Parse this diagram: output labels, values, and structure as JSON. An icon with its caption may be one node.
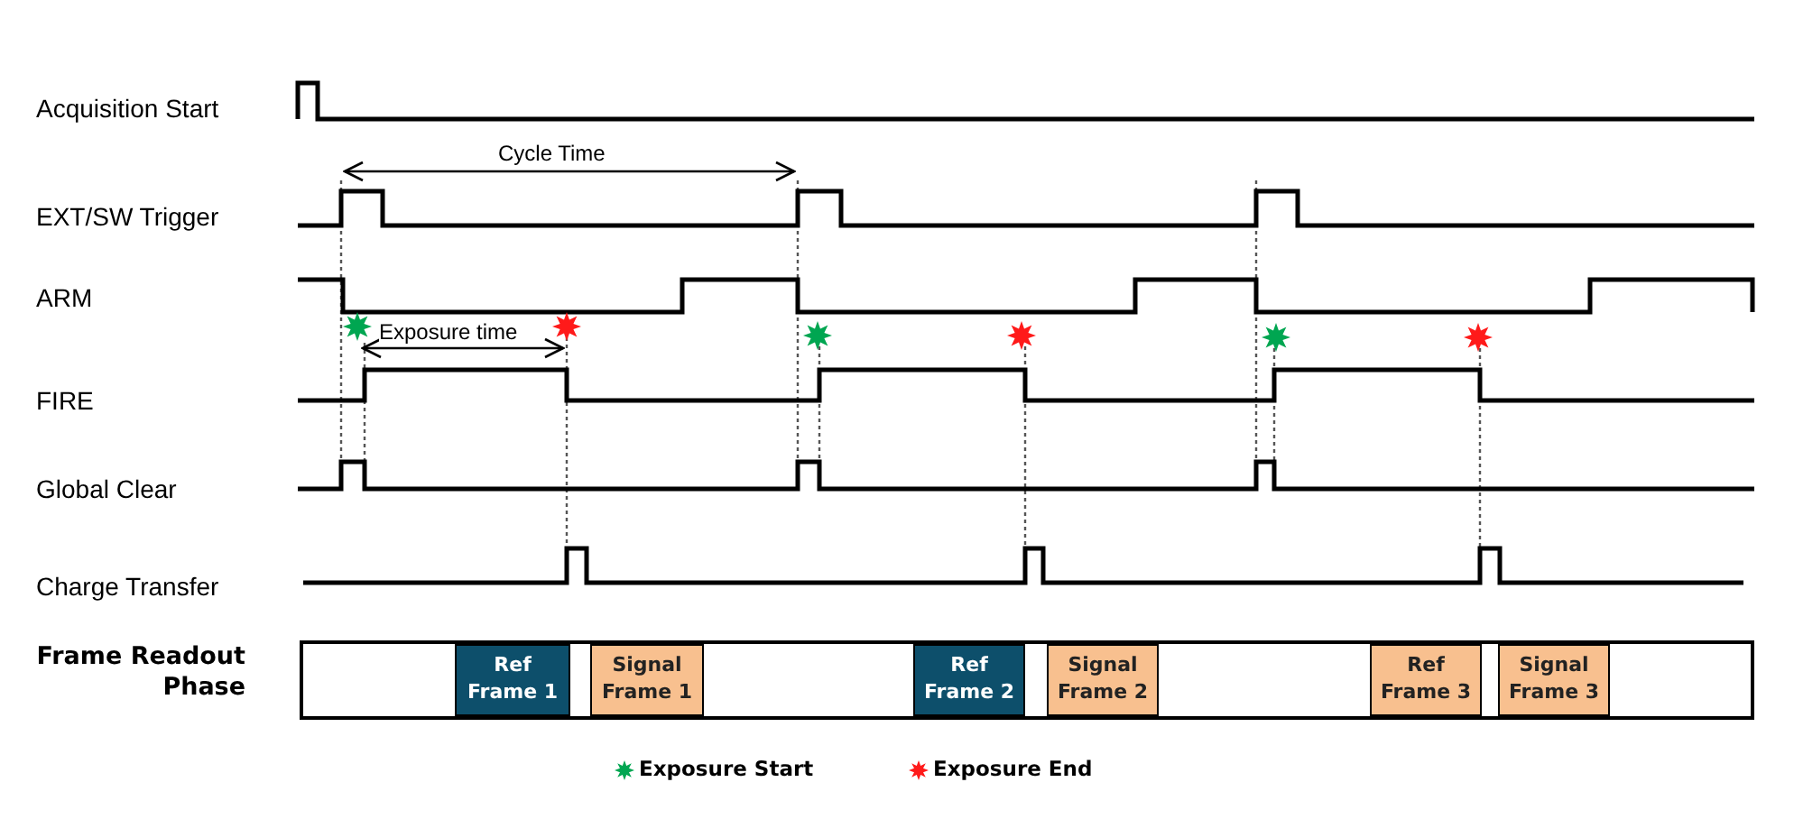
{
  "diagram": {
    "nodes": [
      {
        "text": [
          "Frame Readout Phase"
        ]
      },
      {
        "text": [
          "Ref Frame 1"
        ],
        "in": 0
      },
      {
        "text": [
          "Signal Frame 1"
        ],
        "in": 0
      },
      {
        "text": [
          "Ref Frame 2"
        ],
        "in": 0
      },
      {
        "text": [
          "Signal Frame 2"
        ],
        "in": 0
      },
      {
        "text": [
          "Ref Frame 3"
        ],
        "in": 0
      },
      {
        "text": [
          "Signal Frame 3"
        ],
        "in": 0
      }
    ],
    "labels": [
      "Acquisition Start",
      "Cycle Time",
      "EXT/SW Trigger",
      "ARM",
      "Exposure time",
      "FIRE",
      "Global Clear",
      "Charge Transfer"
    ],
    "legend": [
      {
        "text": "Exposure Start"
      },
      {
        "text": "Exposure End"
      }
    ]
  }
}
